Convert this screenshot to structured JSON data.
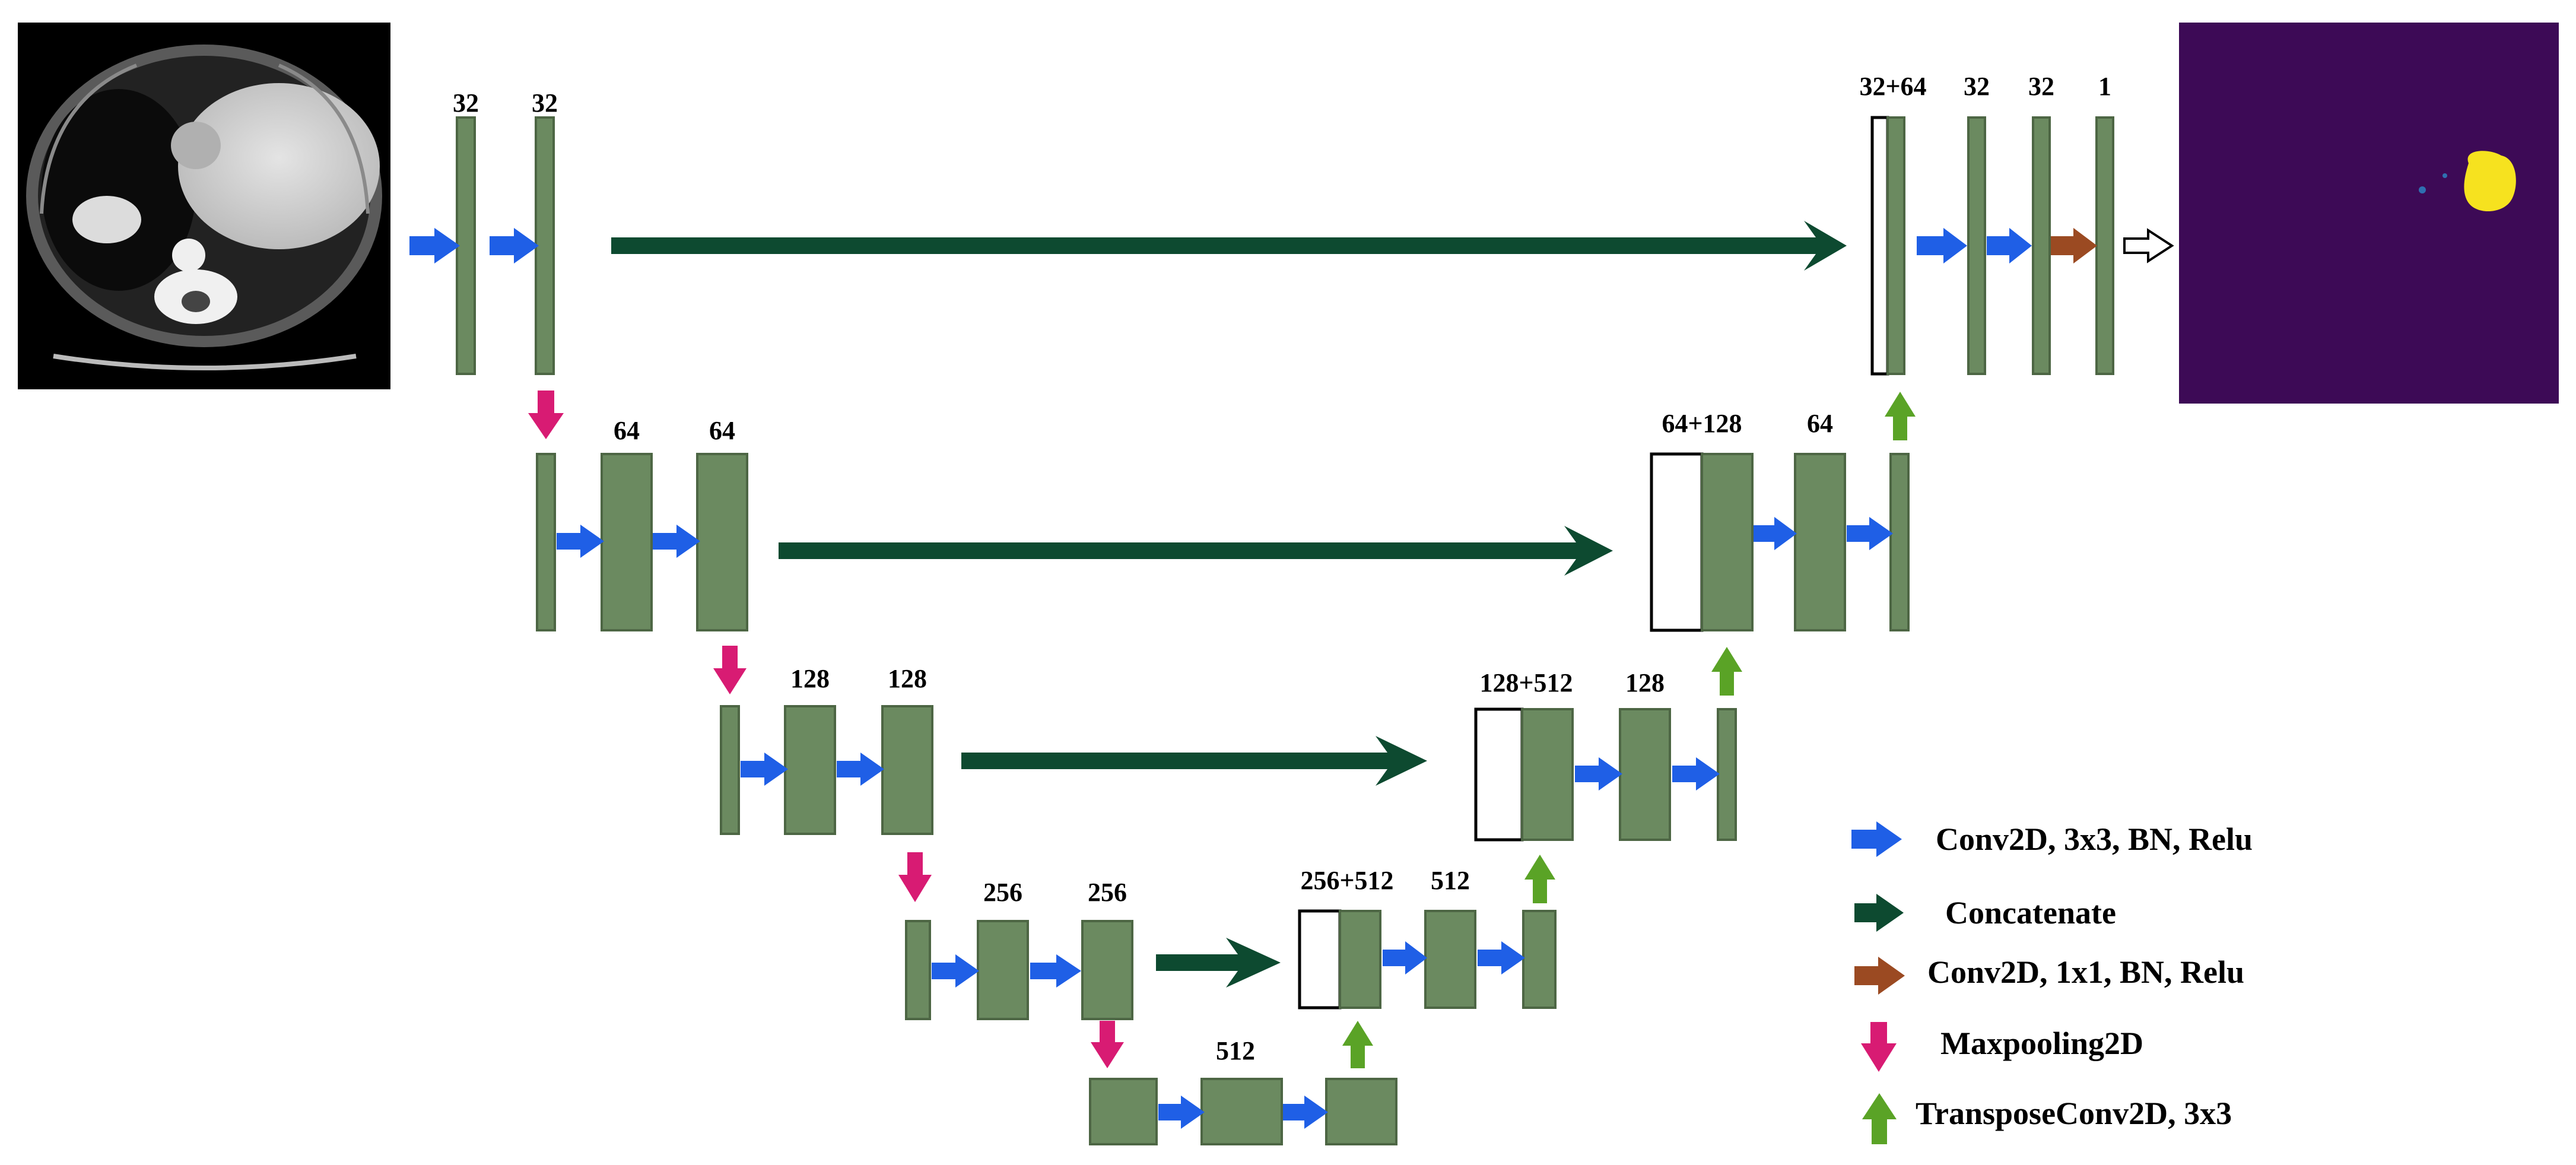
{
  "colors": {
    "block_fill": "#6b8a60",
    "block_stroke": "#4d6644",
    "conv3x3": "#1f5fe6",
    "concatenate": "#0d4a30",
    "conv1x1": "#9b4a22",
    "maxpool": "#d81b73",
    "transpose": "#5aa326",
    "mask_background": "#3d0a56",
    "mask_blob": "#f6e21f"
  },
  "labels": {
    "enc1a": "32",
    "enc1b": "32",
    "enc2a": "64",
    "enc2b": "64",
    "enc3a": "128",
    "enc3b": "128",
    "enc4a": "256",
    "enc4b": "256",
    "bottleneck": "512",
    "dec4concat": "256+512",
    "dec4out": "512",
    "dec3concat": "128+512",
    "dec3out": "128",
    "dec2concat": "64+128",
    "dec2out": "64",
    "dec1concat": "32+64",
    "dec1a": "32",
    "dec1b": "32",
    "output": "1"
  },
  "legend": [
    {
      "icon": "conv-3x3-arrow-icon",
      "label": "Conv2D, 3x3, BN, Relu"
    },
    {
      "icon": "concatenate-arrow-icon",
      "label": "Concatenate"
    },
    {
      "icon": "conv-1x1-arrow-icon",
      "label": "Conv2D, 1x1, BN, Relu"
    },
    {
      "icon": "maxpool-arrow-icon",
      "label": "Maxpooling2D"
    },
    {
      "icon": "transpose-conv-arrow-icon",
      "label": "TransposeConv2D, 3x3"
    }
  ]
}
